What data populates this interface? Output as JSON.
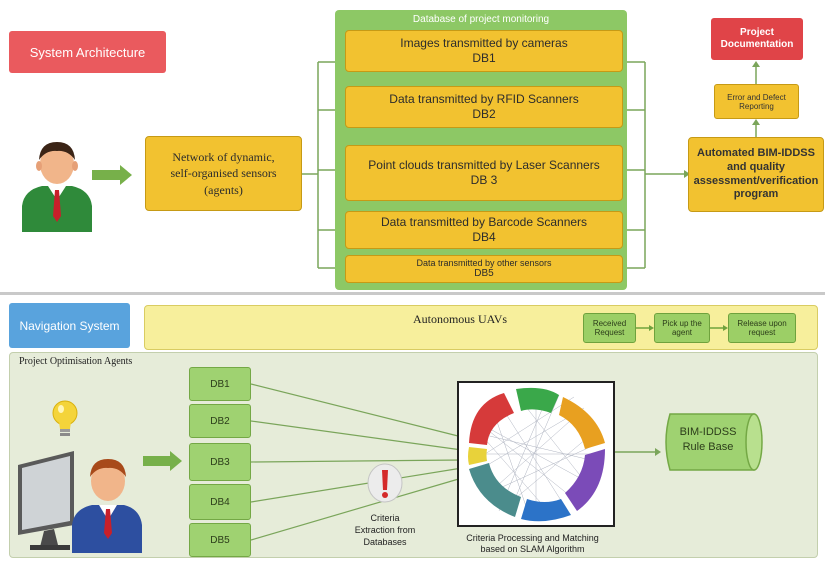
{
  "top": {
    "system_label": "System Architecture",
    "database_title": "Database of project monitoring",
    "databases": [
      {
        "label": "Images transmitted by cameras",
        "code": "DB1"
      },
      {
        "label": "Data transmitted by RFID Scanners",
        "code": "DB2"
      },
      {
        "label": "Point clouds transmitted by Laser Scanners",
        "code": "DB 3"
      },
      {
        "label": "Data transmitted by Barcode Scanners",
        "code": "DB4"
      },
      {
        "label": "Data transmitted by other sensors",
        "code": "DB5"
      }
    ],
    "network": {
      "line1": "Network of dynamic,",
      "line2": "self-organised sensors",
      "line3": "(agents)"
    },
    "program": {
      "line1": "Automated BIM-IDDSS",
      "line2": "and quality",
      "line3": "assessment/verification",
      "line4": "program"
    },
    "error_box": {
      "line1": "Error and Defect",
      "line2": "Reporting"
    },
    "documentation": {
      "line1": "Project",
      "line2": "Documentation"
    }
  },
  "nav": {
    "system_label": "Navigation System",
    "uav_title": "Autonomous UAVs",
    "steps": [
      {
        "line1": "Received",
        "line2": "Request"
      },
      {
        "line1": "Pick up the",
        "line2": "agent"
      },
      {
        "line1": "Release upon",
        "line2": "request"
      }
    ]
  },
  "optimisation": {
    "title": "Project Optimisation Agents",
    "dbs": [
      "DB1",
      "DB2",
      "DB3",
      "DB4",
      "DB5"
    ],
    "criteria": {
      "line1": "Criteria",
      "line2": "Extraction from",
      "line3": "Databases"
    },
    "processing": {
      "line1": "Criteria Processing and Matching",
      "line2": "based on SLAM Algorithm"
    },
    "rule_base": {
      "line1": "BIM-IDDSS",
      "line2": "Rule Base"
    }
  },
  "colors": {
    "red_label": "#ea5a5e",
    "blue_label": "#59a3dd",
    "green_panel": "#8dc865",
    "db_box": "#f2c230",
    "doc_red": "#e04448"
  }
}
